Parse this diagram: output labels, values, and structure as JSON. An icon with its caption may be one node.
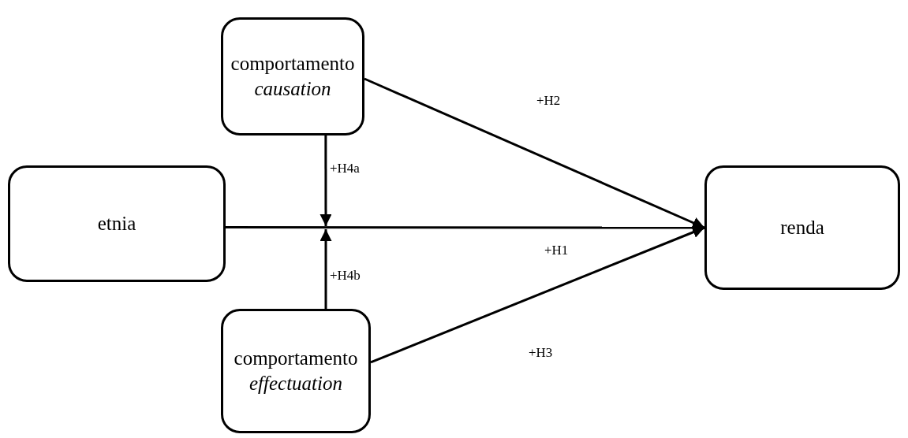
{
  "diagram": {
    "nodes": [
      {
        "text": [
          "comportamento *causation*"
        ]
      },
      {
        "text": [
          "etnia"
        ]
      },
      {
        "text": [
          "renda"
        ]
      },
      {
        "text": [
          "comportamento *effectuation*"
        ]
      }
    ],
    "edges": [
      {
        "from": 1,
        "to": 2,
        "arrow": "to",
        "label": "+H1"
      },
      {
        "from": 0,
        "to": 2,
        "arrow": "to",
        "label": "+H2"
      },
      {
        "from": 3,
        "to": 2,
        "arrow": "to",
        "label": "+H3"
      },
      {
        "from": 0,
        "to": null,
        "arrow": "to",
        "label": "+H4a"
      },
      {
        "from": 3,
        "to": null,
        "arrow": "to",
        "label": "+H4b"
      }
    ]
  }
}
